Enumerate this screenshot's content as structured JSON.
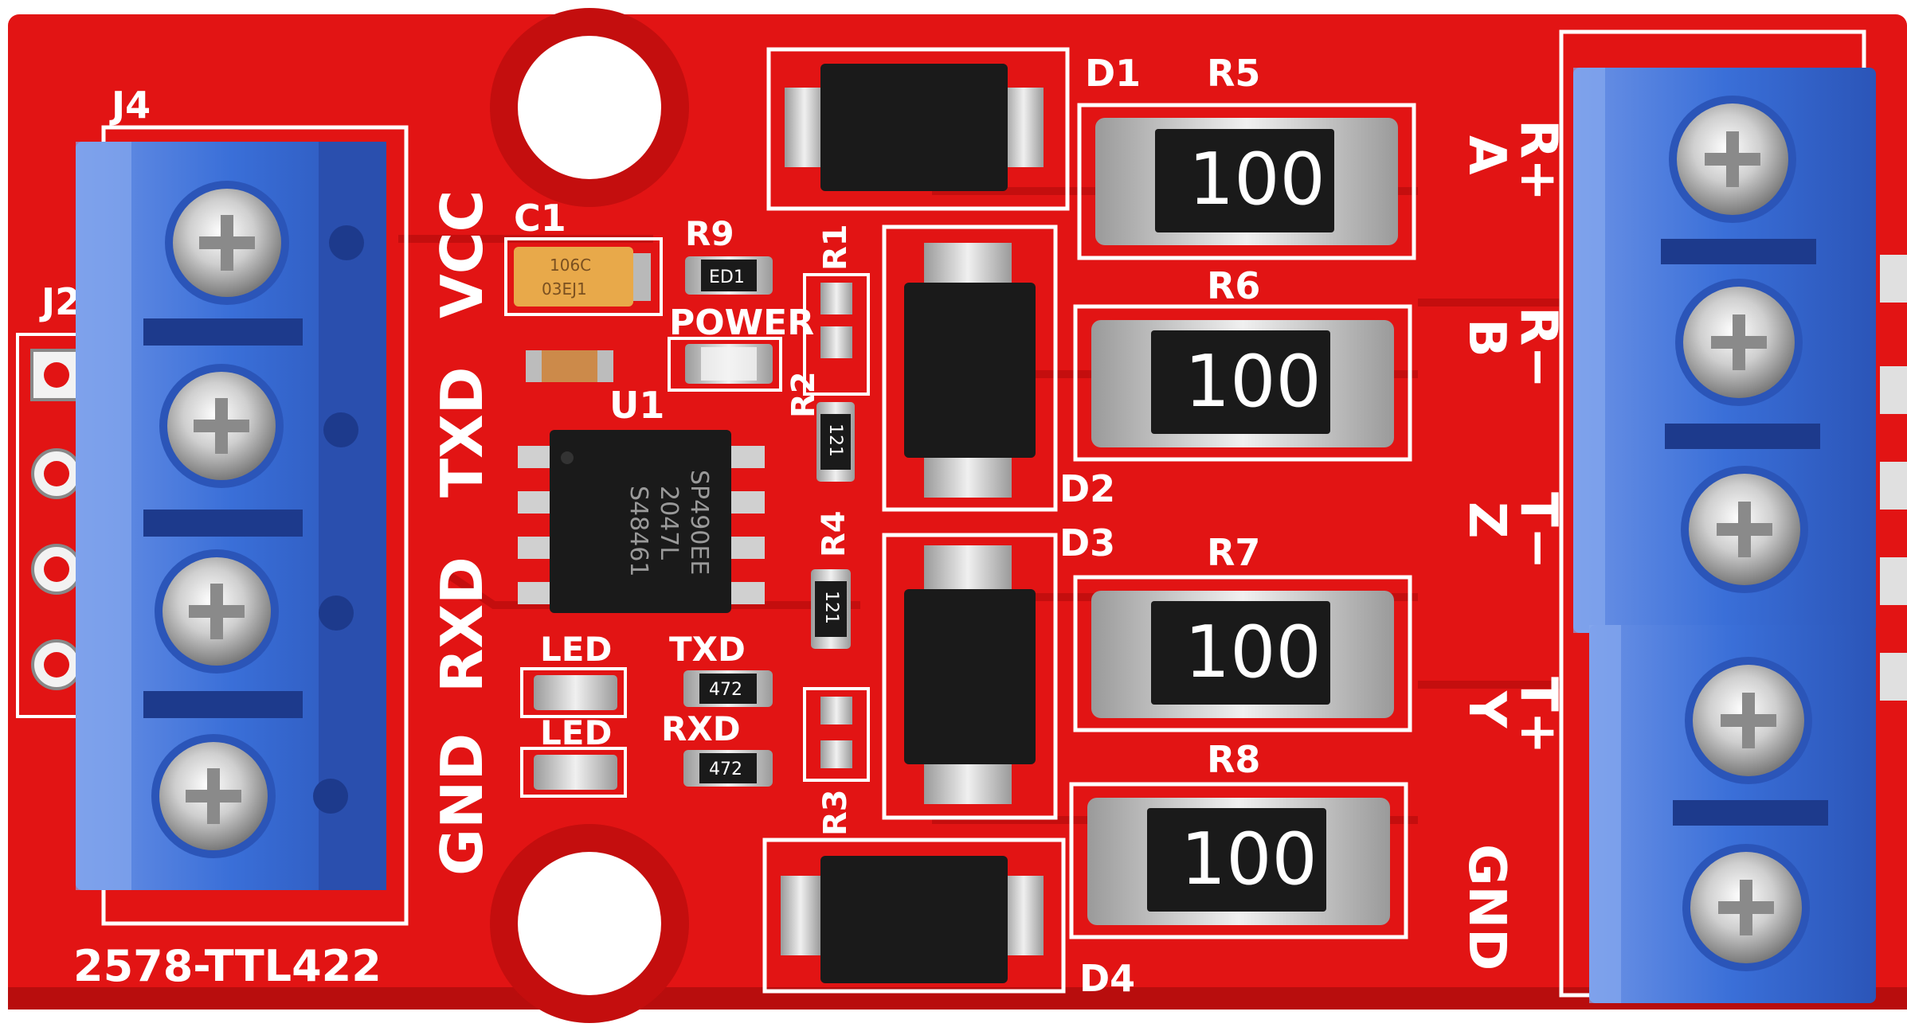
{
  "colors": {
    "board": "#e21414",
    "board_dark": "#b80d0d",
    "silk": "#ffffff",
    "terminal_blue": "#3a6fd8",
    "terminal_light": "#7fa3ec",
    "terminal_dark": "#1d3a8c",
    "component_black": "#1a1a1a",
    "metal": "#c9c9c9",
    "tantalum": "#e8a94a"
  },
  "silkscreen": {
    "board_name": "2578-TTL422",
    "connector_j4": "J4",
    "connector_j2": "J2",
    "pin_vcc": "VCC",
    "pin_txd": "TXD",
    "pin_rxd": "RXD",
    "pin_gnd": "GND",
    "label_c1": "C1",
    "label_r9": "R9",
    "label_power": "POWER",
    "label_u1": "U1",
    "label_r1": "R1",
    "label_r2": "R2",
    "label_r3": "R3",
    "label_r4": "R4",
    "label_led1": "LED",
    "label_led2": "LED",
    "label_txd_led": "TXD",
    "label_rxd_led": "RXD",
    "label_d1": "D1",
    "label_d2": "D2",
    "label_d3": "D3",
    "label_d4": "D4",
    "label_r5": "R5",
    "label_r6": "R6",
    "label_r7": "R7",
    "label_r8": "R8",
    "out_r_plus": "R+",
    "out_a": "A",
    "out_r_minus": "R−",
    "out_b": "B",
    "out_t_minus": "T−",
    "out_z": "Z",
    "out_t_plus": "T+",
    "out_y": "Y",
    "out_gnd": "GND"
  },
  "components": {
    "resistor_value_r5": "100",
    "resistor_value_r6": "100",
    "resistor_value_r7": "100",
    "resistor_value_r8": "100",
    "ic_line1": "SP490EE",
    "ic_line2": "2047L",
    "ic_line3": "S48461",
    "cap_line1": "106C",
    "cap_line2": "03EJ1",
    "small_res_r9": "ED1",
    "small_res_r2": "121",
    "small_res_r4": "121",
    "small_res_txd": "472",
    "small_res_rxd": "472"
  }
}
